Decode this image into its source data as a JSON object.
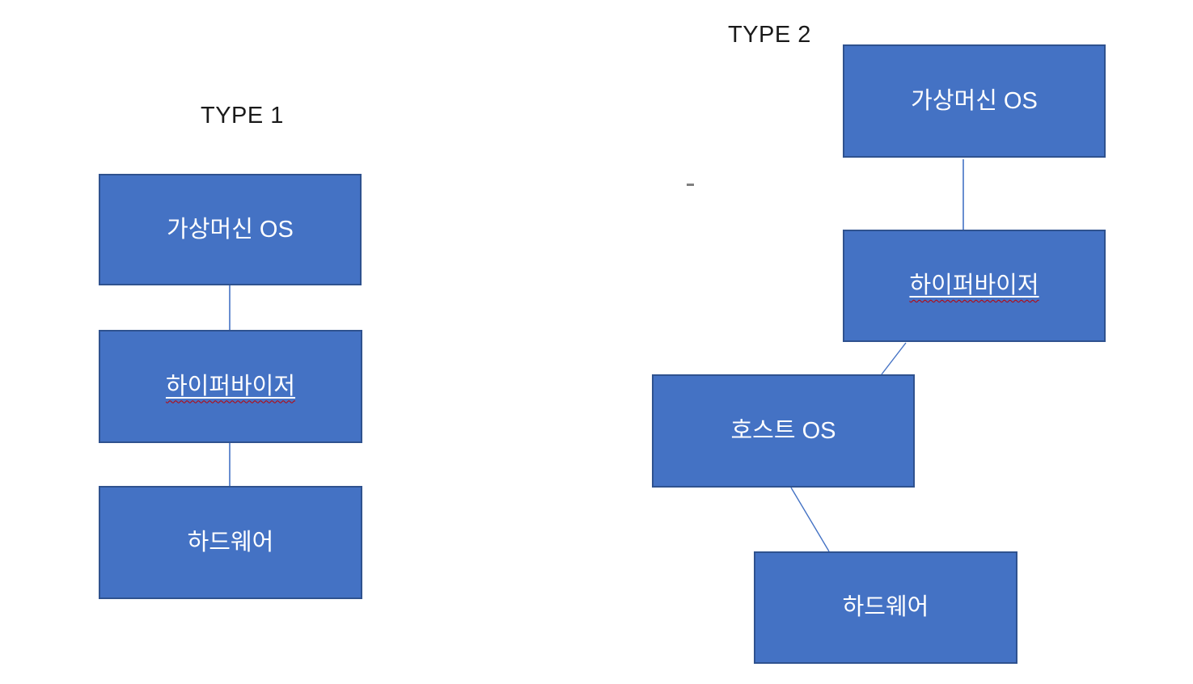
{
  "type1": {
    "title": "TYPE 1",
    "boxes": [
      {
        "label": "가상머신 OS",
        "underlined": false
      },
      {
        "label": "하이퍼바이저",
        "underlined": true,
        "spellcheck_squiggle": true
      },
      {
        "label": "하드웨어",
        "underlined": false
      }
    ]
  },
  "type2": {
    "title": "TYPE 2",
    "boxes": [
      {
        "label": "가상머신 OS",
        "underlined": false
      },
      {
        "label": "하이퍼바이저",
        "underlined": true,
        "spellcheck_squiggle": true
      },
      {
        "label": "호스트 OS",
        "underlined": false
      },
      {
        "label": "하드웨어",
        "underlined": false
      }
    ]
  },
  "colors": {
    "box_fill": "#4472C4",
    "box_border": "#2F528F",
    "box_text": "#FFFFFF",
    "connector": "#4472C4",
    "title_text": "#1A1A1A",
    "squiggle": "#C00000",
    "stray_dash": "#7F7F7F"
  }
}
